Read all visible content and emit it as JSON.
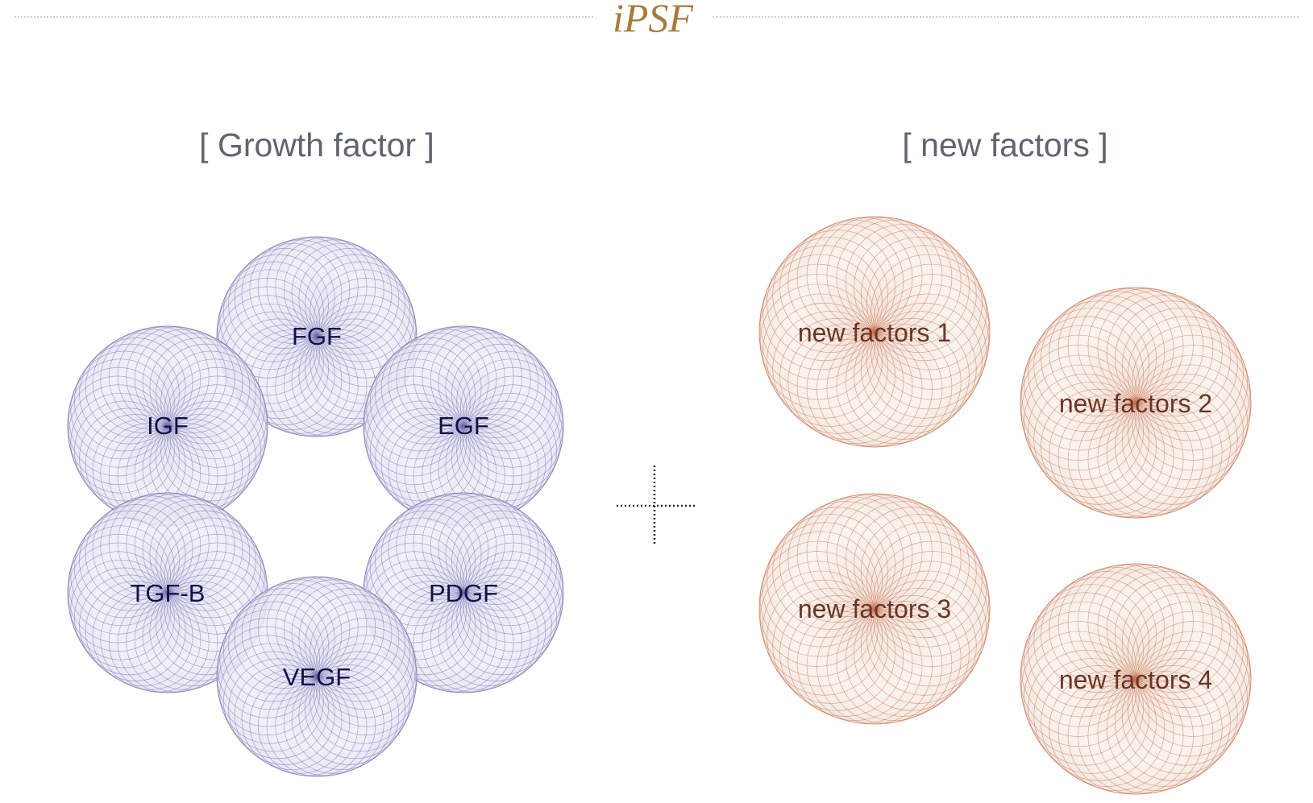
{
  "brand": "iPSF",
  "growth_section": {
    "title": "[ Growth factor ]",
    "items": [
      "FGF",
      "IGF",
      "EGF",
      "TGF-B",
      "PDGF",
      "VEGF"
    ]
  },
  "new_section": {
    "title": "[ new factors ]",
    "items": [
      "new factors 1",
      "new factors 2",
      "new factors 3",
      "new factors 4"
    ]
  },
  "plus_symbol": "+",
  "colors": {
    "brand": "#a67c3d",
    "growth_stroke": "#6b6aa8",
    "growth_fill": "#e9e8f5",
    "new_stroke": "#c9704f",
    "new_fill": "#f6ece6",
    "title_text": "#5f6470"
  }
}
